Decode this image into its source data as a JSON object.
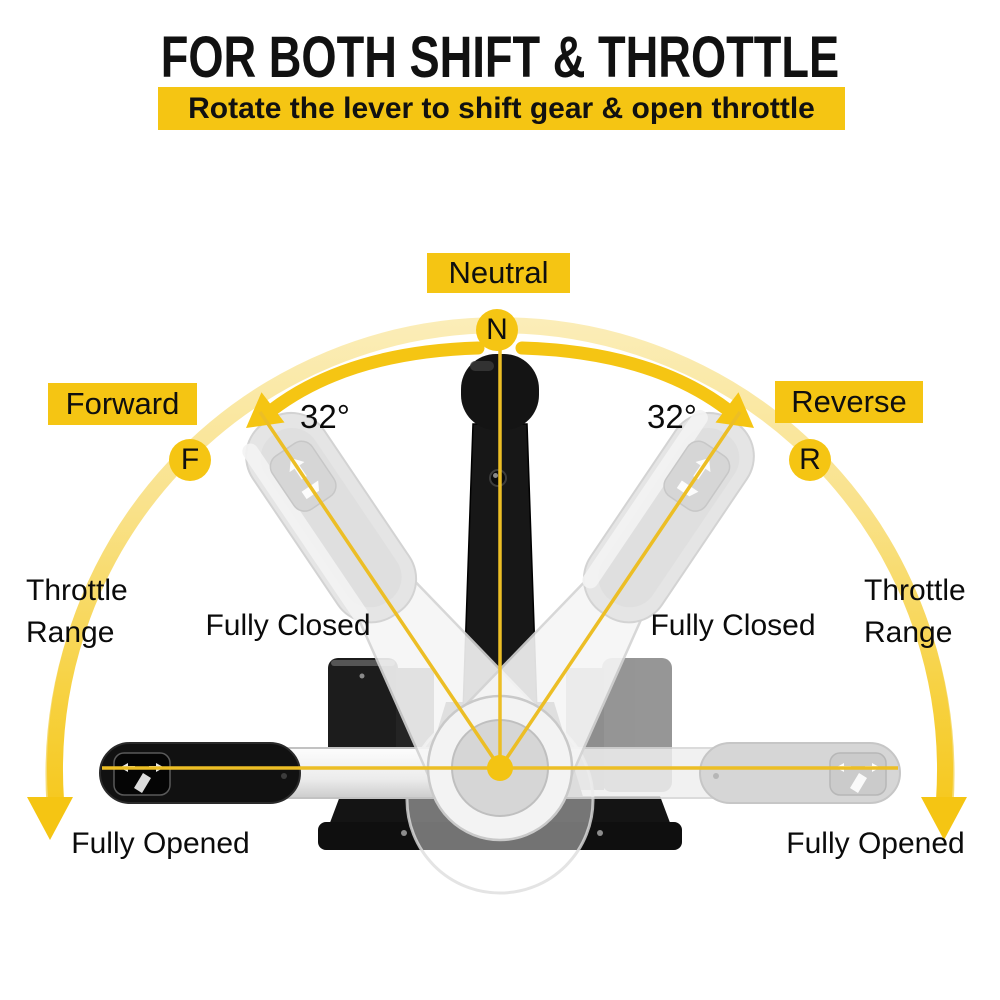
{
  "header": {
    "title": "FOR BOTH SHIFT & THROTTLE",
    "subtitle": "Rotate the lever to shift gear & open throttle"
  },
  "gears": {
    "neutral": {
      "label": "Neutral",
      "letter": "N"
    },
    "forward": {
      "label": "Forward",
      "letter": "F"
    },
    "reverse": {
      "label": "Reverse",
      "letter": "R"
    }
  },
  "angles": {
    "left": "32°",
    "right": "32°"
  },
  "throttle": {
    "range_left": "Throttle Range",
    "range_right": "Throttle Range",
    "closed_left": "Fully Closed",
    "closed_right": "Fully Closed",
    "opened_left": "Fully Opened",
    "opened_right": "Fully Opened"
  },
  "icons": {
    "left_handle_button": "trim-tilt-icon",
    "right_handle_button": "trim-tilt-icon"
  },
  "colors": {
    "accent_yellow": "#F5C513",
    "pale_arc": "#FBEDB8",
    "lever_black": "#141414",
    "ghost_gray": "#E3E3E3",
    "text": "#0D0D0D"
  }
}
